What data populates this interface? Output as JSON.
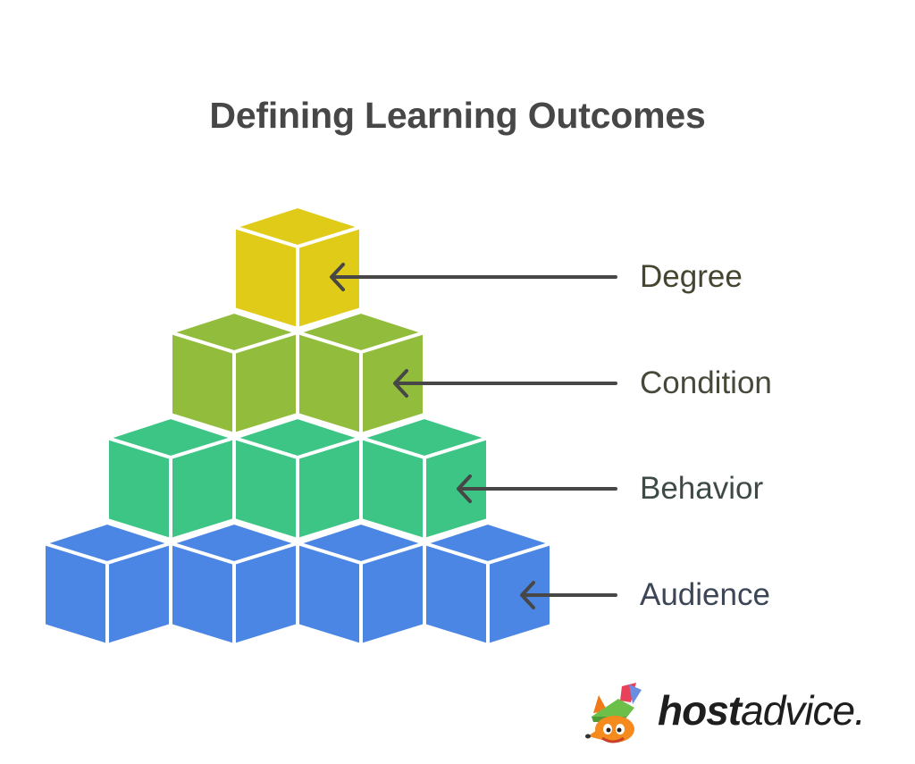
{
  "title": "Defining Learning Outcomes",
  "tiers": [
    {
      "label": "Degree",
      "color": "#E0CB18",
      "label_color": "#46452f",
      "cube_count": 1
    },
    {
      "label": "Condition",
      "color": "#92BC3B",
      "label_color": "#46493a",
      "cube_count": 2
    },
    {
      "label": "Behavior",
      "color": "#3DC585",
      "label_color": "#3d4a45",
      "cube_count": 3
    },
    {
      "label": "Audience",
      "color": "#4C86E4",
      "label_color": "#3c4657",
      "cube_count": 4
    }
  ],
  "logo": {
    "bold": "host",
    "regular": "advice.",
    "icon": "fox-mascot-icon"
  }
}
